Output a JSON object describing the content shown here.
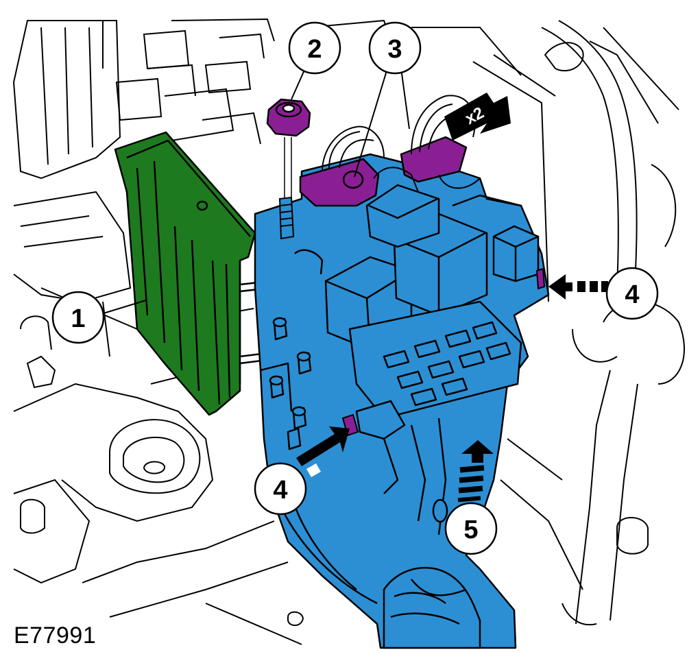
{
  "figure_id": "E77991",
  "callouts": [
    {
      "id": "1",
      "label": "1"
    },
    {
      "id": "2",
      "label": "2"
    },
    {
      "id": "3",
      "label": "3"
    },
    {
      "id": "4a",
      "label": "4"
    },
    {
      "id": "4b",
      "label": "4"
    },
    {
      "id": "5",
      "label": "5"
    }
  ],
  "quantity_marker": "x2",
  "colors": {
    "control_module": "#1e7a1e",
    "fuse_box": "#2c8fd4",
    "connectors_nut": "#8a1f94",
    "outline": "#000000",
    "background": "#ffffff"
  },
  "components": {
    "part_1": "control-module",
    "part_2": "retaining-nut",
    "part_3": "electrical-connectors",
    "part_4": "locking-clips",
    "part_5": "release-tab"
  }
}
